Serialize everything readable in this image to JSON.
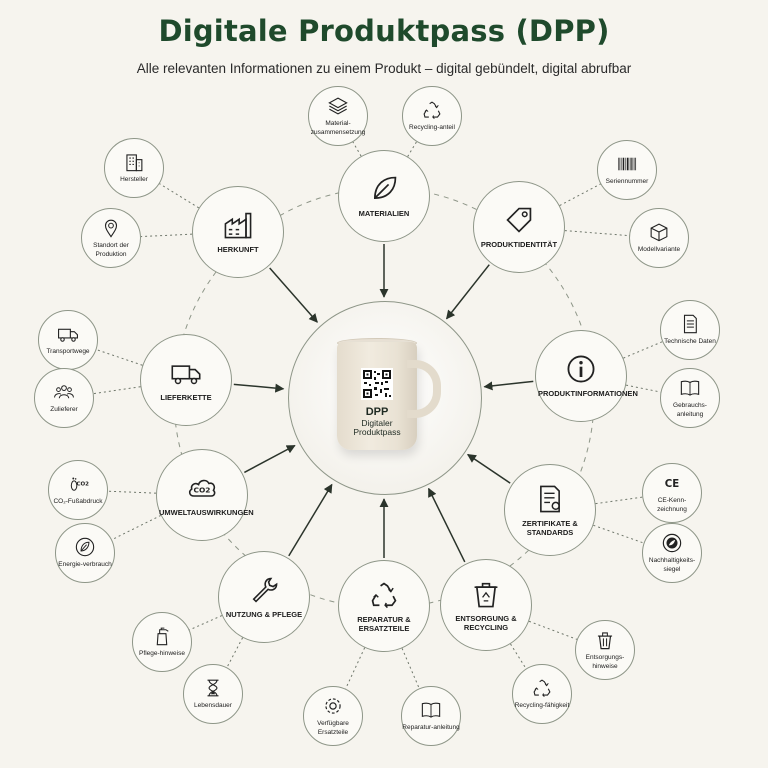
{
  "header": {
    "title": "Digitale Produktpass (DPP)",
    "subtitle": "Alle relevanten Informationen zu einem Produkt – digital gebündelt, digital abrufbar"
  },
  "hub": {
    "label": "DPP",
    "line1": "Digitaler",
    "line2": "Produktpass"
  },
  "colors": {
    "title": "#1f4a2c",
    "lines": "#8e9688",
    "arrow": "#2b342b",
    "background": "#f6f4ee"
  },
  "categories": [
    {
      "id": "materialien",
      "label": "MATERIALIEN",
      "icon": "leaf-icon",
      "items": [
        {
          "label": "Material-zusammensetzung",
          "icon": "layers-icon"
        },
        {
          "label": "Recycling-anteil",
          "icon": "recycle-icon"
        }
      ]
    },
    {
      "id": "produktidentitaet",
      "label": "PRODUKTIDENTITÄT",
      "icon": "tag-icon",
      "items": [
        {
          "label": "Seriennummer",
          "icon": "barcode-icon"
        },
        {
          "label": "Modellvariante",
          "icon": "cube-icon"
        }
      ]
    },
    {
      "id": "produktinformationen",
      "label": "PRODUKTINFORMATIONEN",
      "icon": "info-icon",
      "items": [
        {
          "label": "Technische Daten",
          "icon": "document-icon"
        },
        {
          "label": "Gebrauchs-anleitung",
          "icon": "book-icon"
        }
      ]
    },
    {
      "id": "zertifikate",
      "label": "ZERTIFIKATE & STANDARDS",
      "icon": "certificate-icon",
      "items": [
        {
          "label": "CE-Kenn-zeichnung",
          "icon": "ce-mark-icon"
        },
        {
          "label": "Nachhaltigkeits-siegel",
          "icon": "seal-icon"
        }
      ]
    },
    {
      "id": "entsorgung",
      "label": "ENTSORGUNG & RECYCLING",
      "icon": "recycle-bin-icon",
      "items": [
        {
          "label": "Entsorgungs-hinweise",
          "icon": "trash-icon"
        },
        {
          "label": "Recycling-fähigkeit",
          "icon": "recycle-icon"
        }
      ]
    },
    {
      "id": "reparatur",
      "label": "REPARATUR & ERSATZTEILE",
      "icon": "recycle-arrows-icon",
      "items": [
        {
          "label": "Verfügbare Ersatzteile",
          "icon": "gear-icon"
        },
        {
          "label": "Reparatur-anleitung",
          "icon": "book-icon"
        }
      ]
    },
    {
      "id": "nutzung",
      "label": "NUTZUNG & PFLEGE",
      "icon": "wrench-icon",
      "items": [
        {
          "label": "Pflege-hinweise",
          "icon": "spray-bottle-icon"
        },
        {
          "label": "Lebensdauer",
          "icon": "hourglass-icon"
        }
      ]
    },
    {
      "id": "umwelt",
      "label": "UMWELTAUSWIRKUNGEN",
      "icon": "co2-cloud-icon",
      "items": [
        {
          "label": "CO₂-Fußabdruck",
          "icon": "footprint-icon"
        },
        {
          "label": "Energie-verbrauch",
          "icon": "energy-leaf-icon"
        }
      ]
    },
    {
      "id": "lieferkette",
      "label": "LIEFERKETTE",
      "icon": "truck-icon",
      "items": [
        {
          "label": "Transportwege",
          "icon": "truck-icon"
        },
        {
          "label": "Zulieferer",
          "icon": "people-icon"
        }
      ]
    },
    {
      "id": "herkunft",
      "label": "HERKUNFT",
      "icon": "factory-icon",
      "items": [
        {
          "label": "Hersteller",
          "icon": "building-icon"
        },
        {
          "label": "Standort der Produktion",
          "icon": "location-pin-icon"
        }
      ]
    }
  ]
}
